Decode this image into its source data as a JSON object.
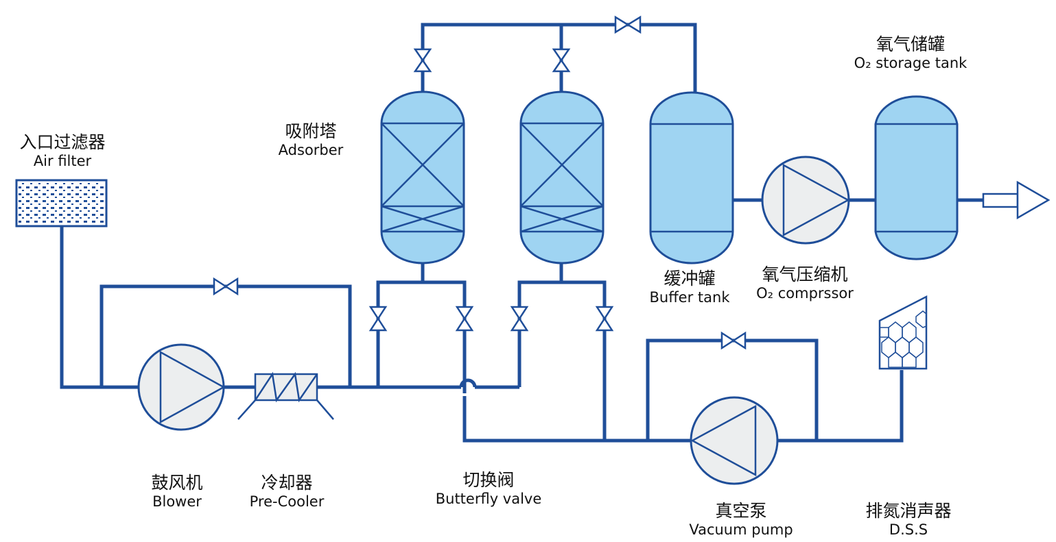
{
  "labels": {
    "air_filter": {
      "zh": "入口过滤器",
      "en": "Air filter"
    },
    "adsorber": {
      "zh": "吸附塔",
      "en": "Adsorber"
    },
    "o2_storage_tank": {
      "zh": "氧气储罐",
      "en": "O₂ storage tank"
    },
    "buffer_tank": {
      "zh": "缓冲罐",
      "en": "Buffer tank"
    },
    "o2_compressor": {
      "zh": "氧气压缩机",
      "en": "O₂ comprssor"
    },
    "blower": {
      "zh": "鼓风机",
      "en": "Blower"
    },
    "pre_cooler": {
      "zh": "冷却器",
      "en": "Pre-Cooler"
    },
    "butterfly_valve": {
      "zh": "切换阀",
      "en": "Butterfly valve"
    },
    "vacuum_pump": {
      "zh": "真空泵",
      "en": "Vacuum pump"
    },
    "dss": {
      "zh": "排氮消声器",
      "en": "D.S.S"
    }
  },
  "colors": {
    "pipe": "#1f4e99",
    "tank_fill": "#9fd4f2",
    "pump_fill": "#eceeef",
    "filter_dots": "#1f4e99"
  }
}
